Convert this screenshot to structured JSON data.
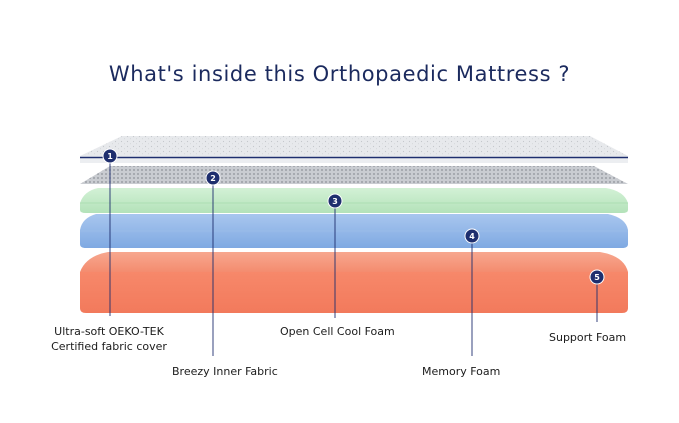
{
  "title": "What's inside this Orthopaedic Mattress ?",
  "layers": [
    {
      "number": "1",
      "name_lines": [
        "Ultra-soft OEKO-TEK",
        "Certified fabric cover"
      ]
    },
    {
      "number": "2",
      "name_lines": [
        "Breezy Inner Fabric"
      ]
    },
    {
      "number": "3",
      "name_lines": [
        "Open Cell Cool Foam"
      ]
    },
    {
      "number": "4",
      "name_lines": [
        "Memory Foam"
      ]
    },
    {
      "number": "5",
      "name_lines": [
        "Support Foam"
      ]
    }
  ],
  "colors": {
    "title": "#1b2a5e",
    "badge": "#1e2e6e",
    "cover": "#e4e6ea",
    "inner_fabric": "#b9bcc2",
    "cool_foam": "#bfe8c4",
    "memory_foam": "#8fb6e6",
    "support_foam": "#f58a6e"
  }
}
